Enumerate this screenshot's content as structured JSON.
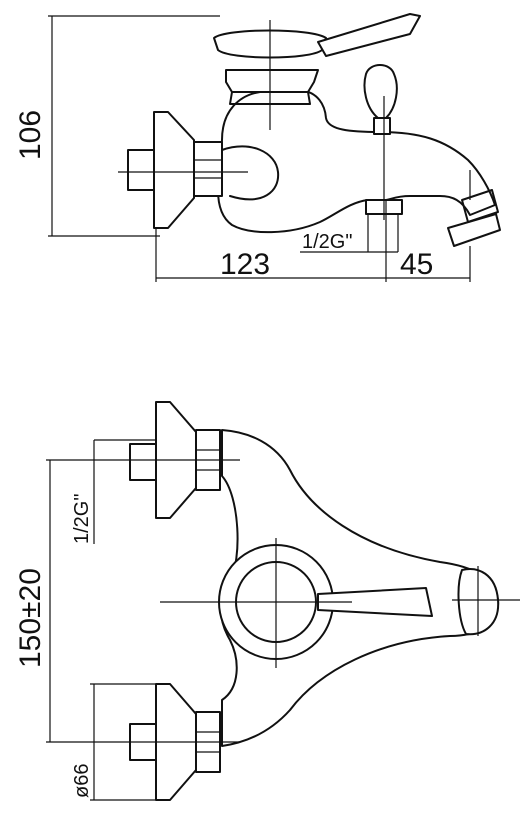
{
  "top_view": {
    "height_dim": "106",
    "width_dim": "123",
    "spout_dim": "45",
    "thread_label": "1/2G\""
  },
  "front_view": {
    "spacing_dim": "150±20",
    "thread_label": "1/2G\"",
    "diameter_label": "ø66"
  },
  "colors": {
    "line": "#111111",
    "background": "#ffffff"
  }
}
